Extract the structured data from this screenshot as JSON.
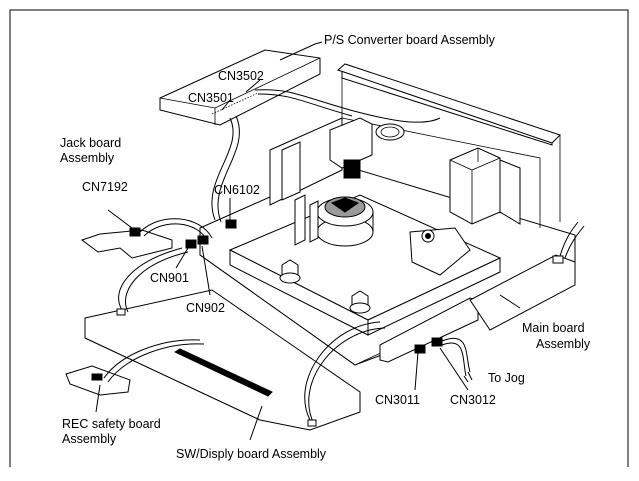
{
  "labels": {
    "ps_converter": "P/S Converter board Assembly",
    "cn3502": "CN3502",
    "cn3501": "CN3501",
    "jack_line1": "Jack board",
    "jack_line2": "Assembly",
    "cn7192": "CN7192",
    "cn6102": "CN6102",
    "cn901": "CN901",
    "cn902": "CN902",
    "main_line1": "Main board",
    "main_line2": "Assembly",
    "to_jog": "To Jog",
    "cn3012": "CN3012",
    "cn3011": "CN3011",
    "rec_line1": "REC safety board",
    "rec_line2": "Assembly",
    "sw_display": "SW/Disply board Assembly"
  }
}
